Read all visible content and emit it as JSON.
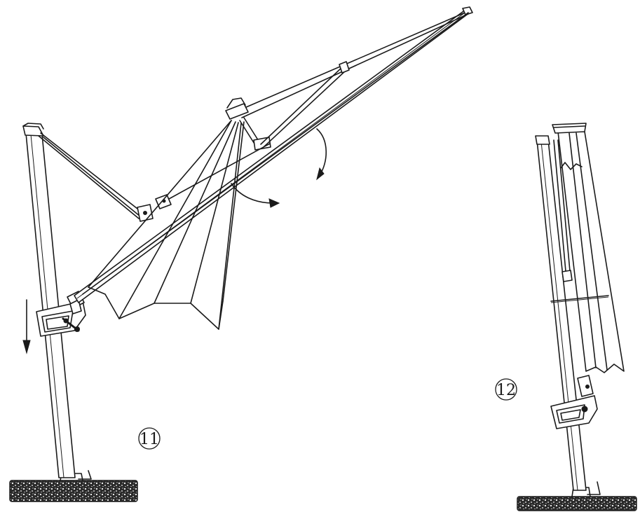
{
  "steps": [
    {
      "id": "step-11",
      "label": "11"
    },
    {
      "id": "step-12",
      "label": "12"
    }
  ],
  "colors": {
    "line": "#1a1a1a",
    "background": "#ffffff"
  },
  "icons": [
    "rotate-arrow-icon",
    "down-arrow-icon",
    "tilt-arrow-icon"
  ]
}
